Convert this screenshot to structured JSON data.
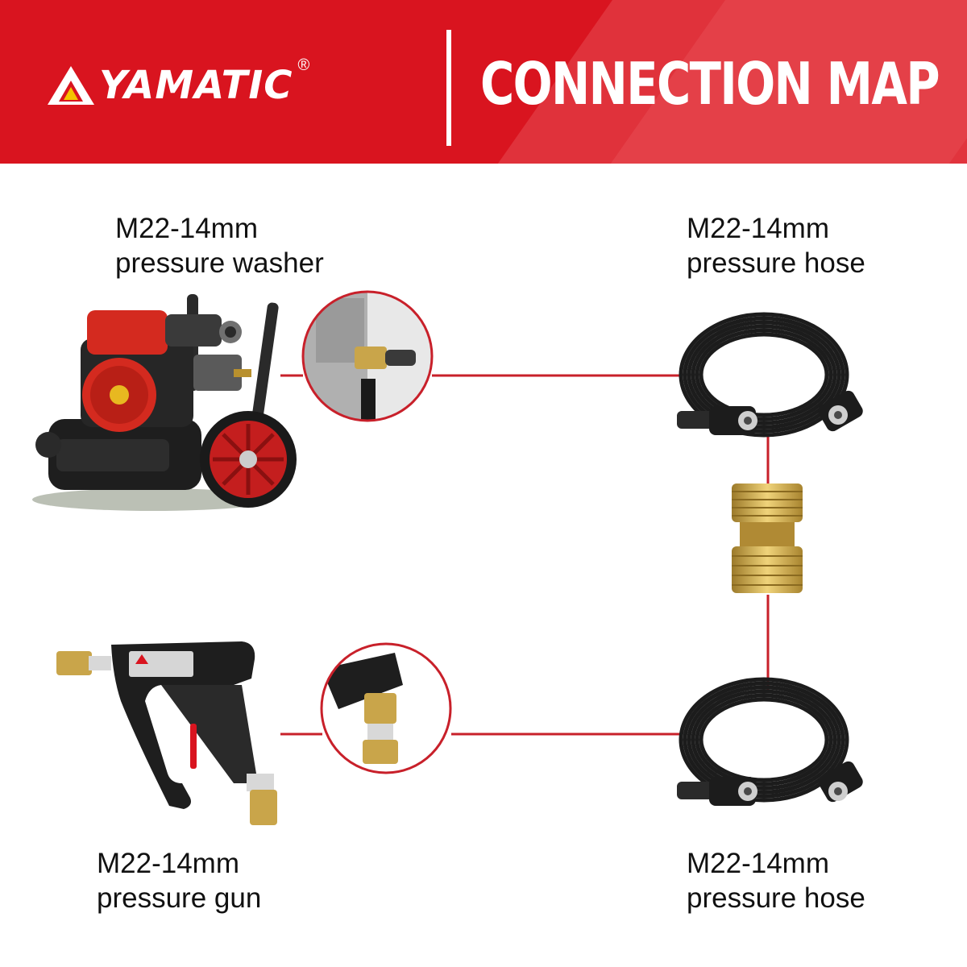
{
  "header": {
    "brand": "YAMATIC",
    "brand_mark": "®",
    "title": "CONNECTION MAP"
  },
  "nodes": {
    "washer": {
      "size": "M22-14mm",
      "name": "pressure washer"
    },
    "hose_top": {
      "size": "M22-14mm",
      "name": "pressure hose"
    },
    "gun": {
      "size": "M22-14mm",
      "name": "pressure gun"
    },
    "hose_bottom": {
      "size": "M22-14mm",
      "name": "pressure hose"
    }
  },
  "colors": {
    "header_red": "#d9141f",
    "connector_line": "#c8202a",
    "brass": "#c9a54a",
    "hose_black": "#1c1c1c"
  },
  "icons": [
    "yamatic-logo-icon",
    "pressure-washer-icon",
    "hose-coil-icon",
    "brass-coupler-icon",
    "spray-gun-icon",
    "zoom-detail-icon"
  ]
}
